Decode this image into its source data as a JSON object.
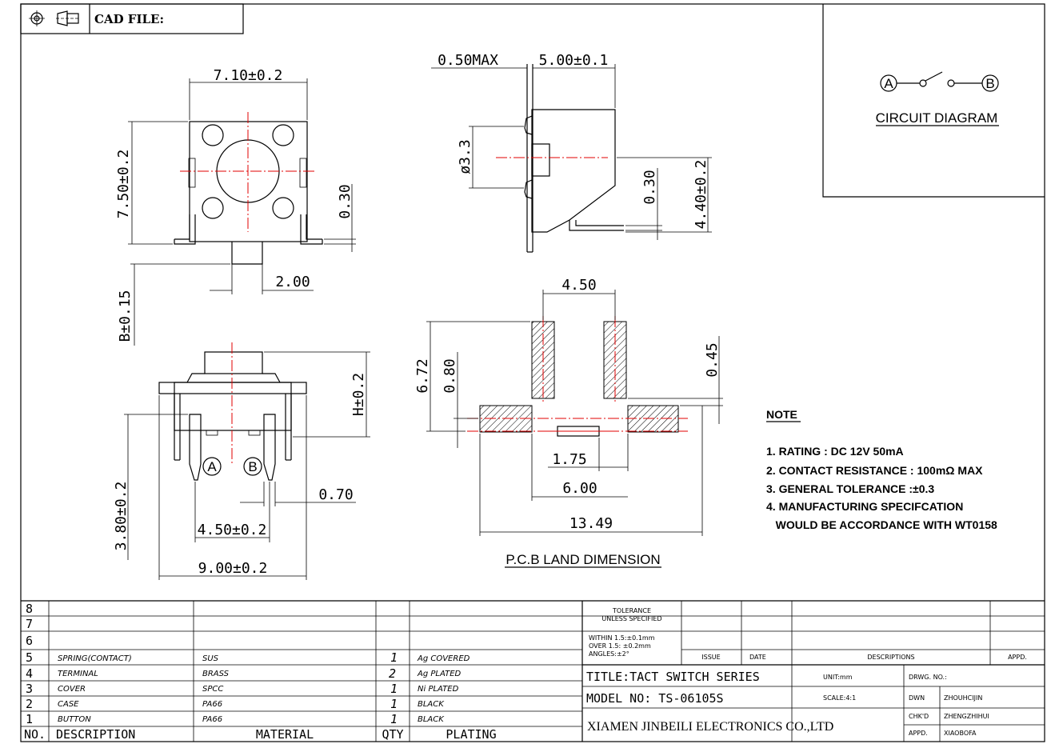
{
  "header": {
    "cad_label": "CAD FILE:",
    "projection_icons": [
      "target-symbol-icon",
      "first-angle-projection-icon"
    ]
  },
  "circuit": {
    "title": "CIRCUIT DIAGRAM",
    "node_a": "A",
    "node_b": "B"
  },
  "dims": {
    "top_width": "7.10±0.2",
    "top_height": "7.50±0.2",
    "top_lead": "0.30",
    "top_stem": "2.00",
    "top_b": "B±0.15",
    "side_max": "0.50MAX",
    "side_width": "5.00±0.1",
    "side_dia": "ø3.3",
    "side_lead": "0.30",
    "side_height": "4.40±0.2",
    "front_h": "H±0.2",
    "front_pin": "3.80±0.2",
    "front_pitch": "4.50±0.2",
    "front_width": "9.00±0.2",
    "front_pinw": "0.70",
    "pin_a": "A",
    "pin_b": "B",
    "pcb_450": "4.50",
    "pcb_672": "6.72",
    "pcb_080": "0.80",
    "pcb_045": "0.45",
    "pcb_175": "1.75",
    "pcb_600": "6.00",
    "pcb_1349": "13.49",
    "pcb_title": "P.C.B LAND DIMENSION"
  },
  "notes": {
    "heading": "NOTE",
    "items": [
      "1. RATING : DC 12V  50mA",
      "2. CONTACT RESISTANCE : 100mΩ MAX",
      "3. GENERAL TOLERANCE :±0.3",
      "4. MANUFACTURING SPECIFCATION",
      "   WOULD BE ACCORDANCE WITH WT0158"
    ]
  },
  "bom": {
    "headers": {
      "no": "NO.",
      "description": "DESCRIPTION",
      "material": "MATERIAL",
      "qty": "QTY",
      "plating": "PLATING"
    },
    "rows": [
      {
        "no": "8",
        "description": "",
        "material": "",
        "qty": "",
        "plating": ""
      },
      {
        "no": "7",
        "description": "",
        "material": "",
        "qty": "",
        "plating": ""
      },
      {
        "no": "6",
        "description": "",
        "material": "",
        "qty": "",
        "plating": ""
      },
      {
        "no": "5",
        "description": "SPRING(CONTACT)",
        "material": "SUS",
        "qty": "1",
        "plating": "Ag COVERED"
      },
      {
        "no": "4",
        "description": "TERMINAL",
        "material": "BRASS",
        "qty": "2",
        "plating": "Ag PLATED"
      },
      {
        "no": "3",
        "description": "COVER",
        "material": "SPCC",
        "qty": "1",
        "plating": "Ni PLATED"
      },
      {
        "no": "2",
        "description": "CASE",
        "material": "PA66",
        "qty": "1",
        "plating": "BLACK"
      },
      {
        "no": "1",
        "description": "BUTTON",
        "material": "PA66",
        "qty": "1",
        "plating": "BLACK"
      }
    ]
  },
  "title_block": {
    "tolerance_l1": "TOLERANCE",
    "tolerance_l2": "UNLESS SPECIFIED",
    "within_l1": "WITHIN 1.5:±0.1mm",
    "within_l2": "OVER 1.5: ±0.2mm",
    "within_l3": "ANGLES:±2°",
    "issue": "ISSUE",
    "date": "DATE",
    "descriptions": "DESCRIPTIONS",
    "appd_head": "APPD.",
    "title": "TITLE:TACT SWITCH SERIES",
    "unit": "UNIT:mm",
    "drwg_no": "DRWG. NO.:",
    "model": "MODEL NO: TS-06105S",
    "scale": "SCALE:4:1",
    "dwn_label": "DWN",
    "dwn_value": "ZHOUHCIJIN",
    "chkd_label": "CHK'D",
    "chkd_value": "ZHENGZHIHUI",
    "appd_label": "APPD.",
    "appd_value": "XIAOBOFA",
    "company": "XIAMEN JINBEILI ELECTRONICS CO.,LTD"
  }
}
